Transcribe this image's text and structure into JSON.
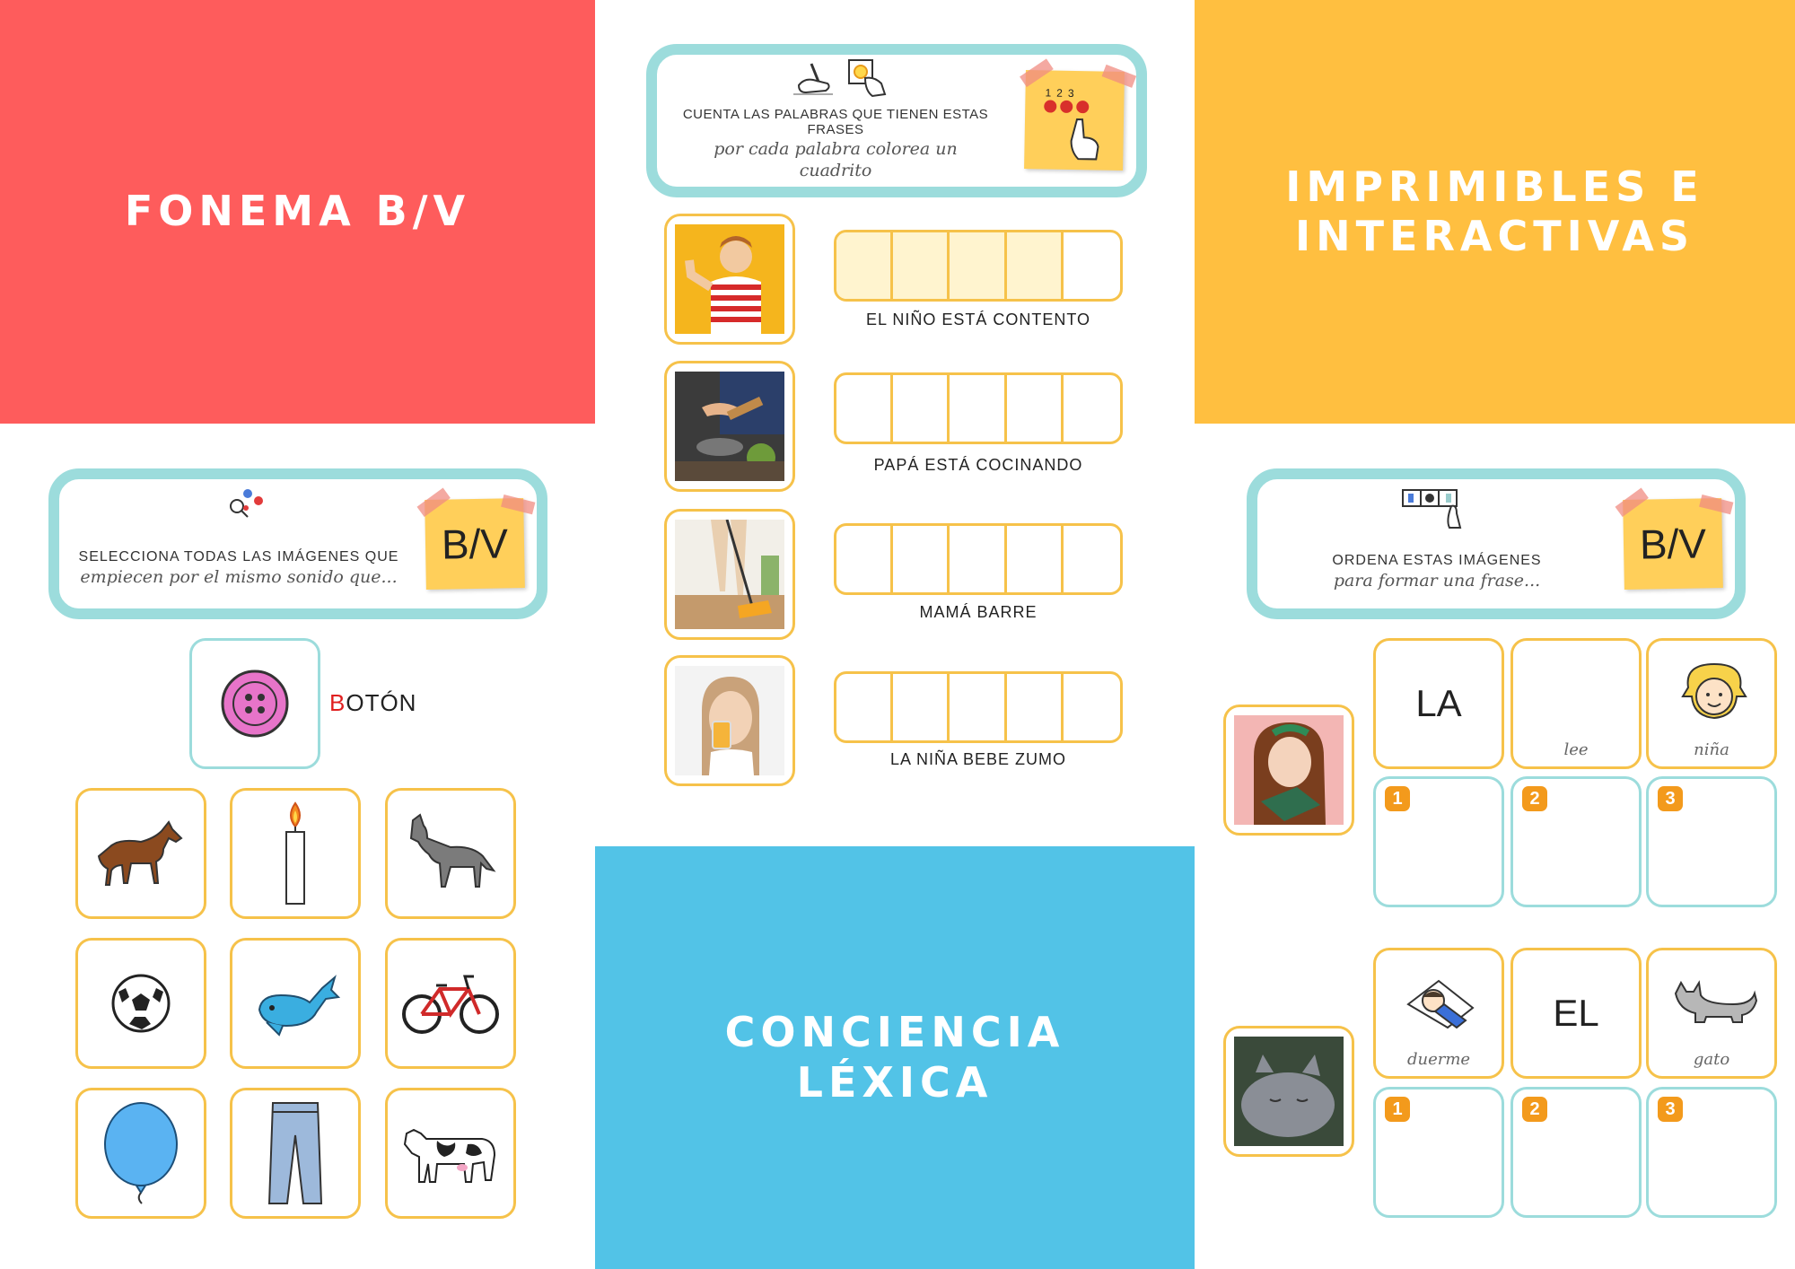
{
  "blocks": {
    "fonema": "FONEMA B/V",
    "imprimibles": "IMPRIMIBLES E\nINTERACTIVAS",
    "conciencia": "CONCIENCIA\nLÉXICA"
  },
  "selecciona": {
    "line1": "SELECCIONA TODAS LAS IMÁGENES QUE",
    "line2": "empiecen por el mismo sonido que...",
    "sticky": "B/V",
    "reference_first": "B",
    "reference_rest": "OTÓN"
  },
  "cuenta": {
    "line1": "CUENTA LAS PALABRAS QUE TIENEN ESTAS FRASES",
    "line2": "por cada palabra colorea un",
    "line3": "cuadrito",
    "sticky_numbers": [
      "1",
      "2",
      "3"
    ],
    "rows": [
      {
        "caption": "EL NIÑO ESTÁ CONTENTO",
        "filled": 4
      },
      {
        "caption": "PAPÁ ESTÁ COCINANDO",
        "filled": 0
      },
      {
        "caption": "MAMÁ BARRE",
        "filled": 0
      },
      {
        "caption": "LA NIÑA BEBE ZUMO",
        "filled": 0
      }
    ]
  },
  "ordena": {
    "line1": "ORDENA ESTAS IMÁGENES",
    "line2": "para formar una frase...",
    "sticky": "B/V",
    "set1": {
      "word1": "LA",
      "word2": "lee",
      "word3": "niña"
    },
    "set2": {
      "word1": "duerme",
      "word2": "EL",
      "word3": "gato"
    },
    "numbers": [
      "1",
      "2",
      "3"
    ]
  },
  "colors": {
    "red": "#fe5c5c",
    "yellow": "#ffbf40",
    "blue": "#52c3e7",
    "teal_border": "#9cdcdc",
    "orange_border": "#f6c24a"
  }
}
